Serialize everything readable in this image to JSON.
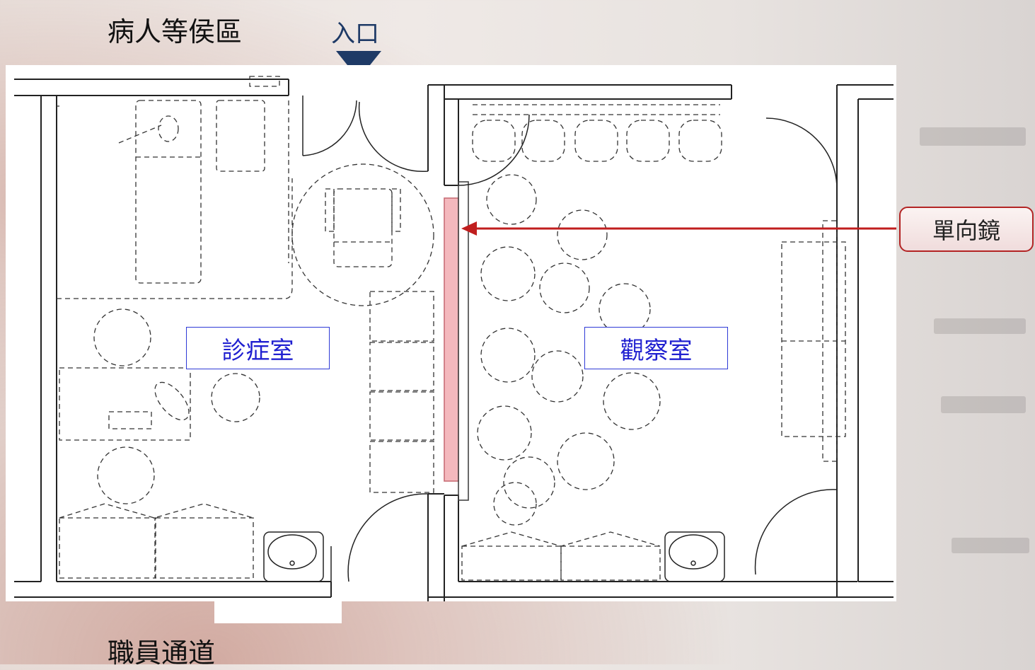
{
  "labels": {
    "waiting_area": "病人等侯區",
    "entrance": "入口",
    "staff_corridor": "職員通道",
    "consultation_room": "診症室",
    "observation_room": "觀察室",
    "one_way_mirror": "單向鏡"
  },
  "colors": {
    "mirror_fill": "#f4b8bd",
    "callout_border": "#b32424",
    "arrow": "#c01e1e",
    "entrance_marker": "#1e3a66",
    "room_label_text": "#2020d0"
  }
}
